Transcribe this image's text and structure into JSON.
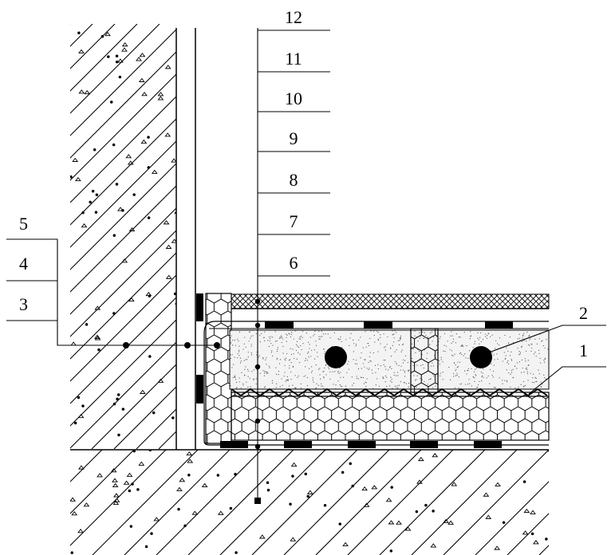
{
  "diagram": {
    "left_labels": [
      "5",
      "4",
      "3"
    ],
    "right_labels": [
      "12",
      "11",
      "10",
      "9",
      "8",
      "7",
      "6",
      "2",
      "1"
    ]
  },
  "colors": {
    "line": "#000000",
    "background": "#ffffff"
  }
}
